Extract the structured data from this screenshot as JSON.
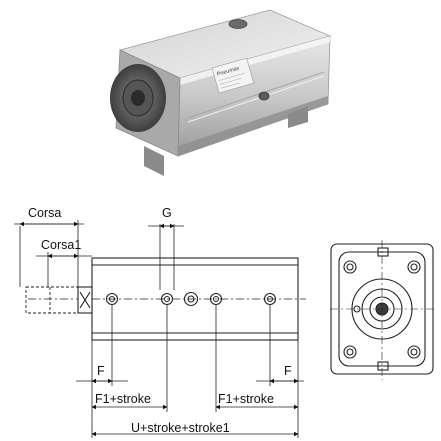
{
  "labels": {
    "corsa": "Corsa",
    "corsa1": "Corsa1",
    "g": "G",
    "f_left": "F",
    "f_right": "F",
    "f1_stroke_left": "F1+stroke",
    "f1_stroke_right": "F1+stroke",
    "u_total": "U+stroke+stroke1"
  },
  "nameplate": {
    "brand": "Pneumax"
  },
  "colors": {
    "line": "#222222",
    "body_light": "#e4e4e4",
    "body_mid": "#bdbdbd",
    "body_dark": "#8c8c8c",
    "piston_dark": "#3c3c3c"
  }
}
